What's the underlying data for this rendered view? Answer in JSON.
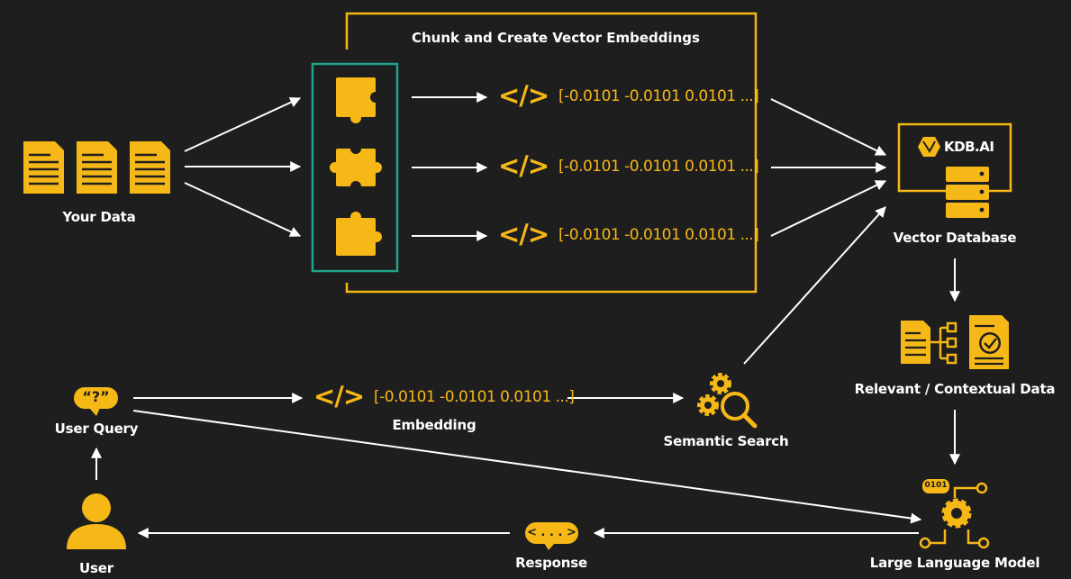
{
  "title": "Chunk and Create Vector Embeddings",
  "labels": {
    "your_data": "Your Data",
    "vector_database": "Vector Database",
    "relevant_data": "Relevant / Contextual Data",
    "user_query": "User Query",
    "embedding": "Embedding",
    "semantic_search": "Semantic Search",
    "user": "User",
    "response": "Response",
    "llm": "Large Language Model"
  },
  "chunk_vectors": [
    "[-0.0101 -0.0101 0.0101 ...]",
    "[-0.0101 -0.0101 0.0101 ...]",
    "[-0.0101 -0.0101 0.0101 ...]"
  ],
  "query_vector": "[-0.0101 -0.0101 0.0101 ...]",
  "code_symbol": "</>",
  "brand": "KDB.AI",
  "query_bubble": "“?”",
  "response_bubble": "< . . . >",
  "llm_badge": "0101",
  "colors": {
    "background": "#1e1e1f",
    "accent": "#f6b817",
    "teal": "#1fa38a",
    "line": "#ffffff"
  },
  "icons": [
    "document-icon",
    "puzzle-piece-icon",
    "code-icon",
    "database-icon",
    "gear-search-icon",
    "user-icon",
    "speech-bubble-icon",
    "chip-gear-icon",
    "checklist-icon"
  ]
}
